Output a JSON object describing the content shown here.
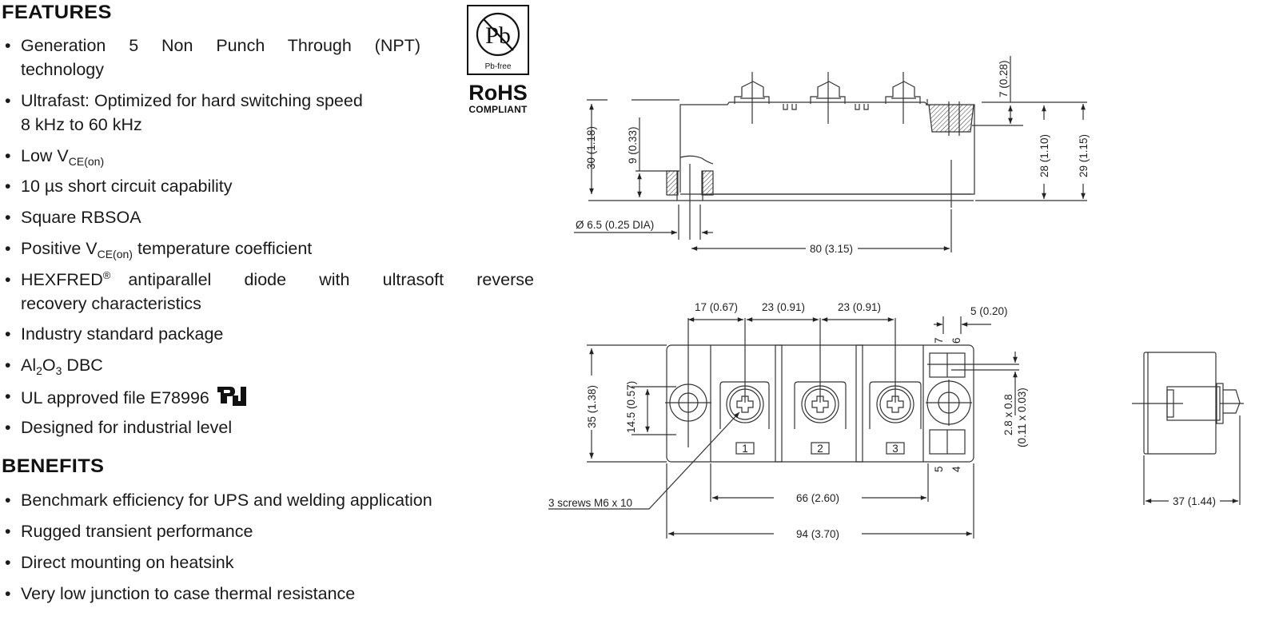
{
  "features": {
    "heading": "FEATURES",
    "items": [
      {
        "line1": "Generation 5 Non Punch Through (NPT)",
        "line2": "technology"
      },
      {
        "line1": "Ultrafast: Optimized for hard switching speed",
        "line2": "8 kHz to 60 kHz"
      },
      {
        "prefix": "Low V",
        "sub": "CE(on)",
        "suffix": ""
      },
      {
        "line1": "10 µs short circuit capability"
      },
      {
        "line1": "Square RBSOA"
      },
      {
        "prefix": "Positive V",
        "sub": "CE(on)",
        "suffix": " temperature coefficient"
      },
      {
        "prefix": "HEXFRED",
        "sup": "®",
        "suffix": " antiparallel diode with ultrasoft reverse",
        "line2": "recovery characteristics"
      },
      {
        "line1": "Industry standard package"
      },
      {
        "al": "Al",
        "sub1": "2",
        "o": "O",
        "sub2": "3",
        "suffix": " DBC"
      },
      {
        "line1": "UL approved file E78996",
        "icon": "ul-recognized-icon"
      },
      {
        "line1": "Designed for industrial level"
      }
    ]
  },
  "benefits": {
    "heading": "BENEFITS",
    "items": [
      "Benchmark efficiency for UPS and welding application",
      "Rugged transient performance",
      "Direct mounting on heatsink",
      "Very low junction to case thermal resistance"
    ]
  },
  "badge": {
    "pb_symbol": "Pb",
    "pb_label": "Pb-free",
    "rohs_title": "RoHS",
    "rohs_sub": "COMPLIANT"
  },
  "bullet_char": "•",
  "drawing": {
    "side_view": {
      "dim_height_total": "30 (1.18)",
      "dim_mount_height": "9 (0.33)",
      "dim_hole_dia": "Ø 6.5 (0.25 DIA)",
      "dim_hole_pitch": "80 (3.15)",
      "dim_terminal_depth": "7 (0.28)",
      "dim_body_height": "28 (1.10)",
      "dim_overall_height": "29 (1.15)"
    },
    "top_view": {
      "dim_first_pitch": "17 (0.67)",
      "dim_pitch_a": "23 (0.91)",
      "dim_pitch_b": "23 (0.91)",
      "dim_tab_offset": "5 (0.20)",
      "pin_7": "7",
      "pin_6": "6",
      "pin_5": "5",
      "pin_4": "4",
      "terminal_1": "1",
      "terminal_2": "2",
      "terminal_3": "3",
      "dim_width": "35 (1.38)",
      "dim_hole_offset": "14.5 (0.57)",
      "dim_tab_size": "2.8 x 0.8",
      "dim_tab_size_in": "(0.11 x 0.03)",
      "screws_note": "3 screws M6 x 10",
      "dim_terminal_span": "66 (2.60)",
      "dim_length": "94 (3.70)"
    },
    "end_view": {
      "dim_depth": "37 (1.44)"
    }
  }
}
